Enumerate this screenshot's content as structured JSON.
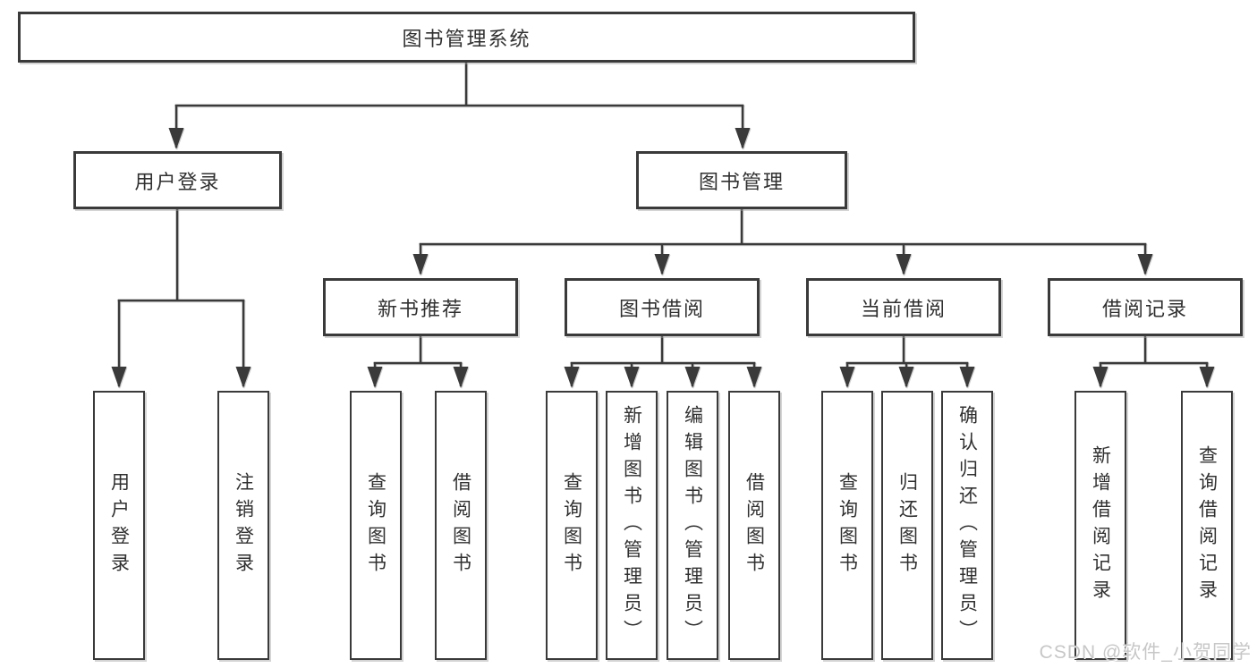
{
  "diagram": {
    "type": "hierarchy-org-chart",
    "root": {
      "label": "图书管理系统"
    },
    "level2": [
      {
        "label": "用户登录"
      },
      {
        "label": "图书管理"
      }
    ],
    "level3": [
      {
        "label": "新书推荐"
      },
      {
        "label": "图书借阅"
      },
      {
        "label": "当前借阅"
      },
      {
        "label": "借阅记录"
      }
    ],
    "leaves": {
      "user_login": [
        {
          "label": "用户登录"
        },
        {
          "label": "注销登录"
        }
      ],
      "new_book_recommendation": [
        {
          "label": "查询图书"
        },
        {
          "label": "借阅图书"
        }
      ],
      "book_borrowing": [
        {
          "label": "查询图书"
        },
        {
          "label": "新增图书（管理员）"
        },
        {
          "label": "编辑图书（管理员）"
        },
        {
          "label": "借阅图书"
        }
      ],
      "current_borrowing": [
        {
          "label": "查询图书"
        },
        {
          "label": "归还图书"
        },
        {
          "label": "确认归还（管理员）"
        }
      ],
      "borrowing_records": [
        {
          "label": "新增借阅记录"
        },
        {
          "label": "查询借阅记录"
        }
      ]
    },
    "watermark": "CSDN @软件_小贺同学",
    "colors": {
      "line": "#3a3a3a",
      "text": "#303030",
      "watermark": "#c7c7c7",
      "background": "#ffffff"
    }
  }
}
